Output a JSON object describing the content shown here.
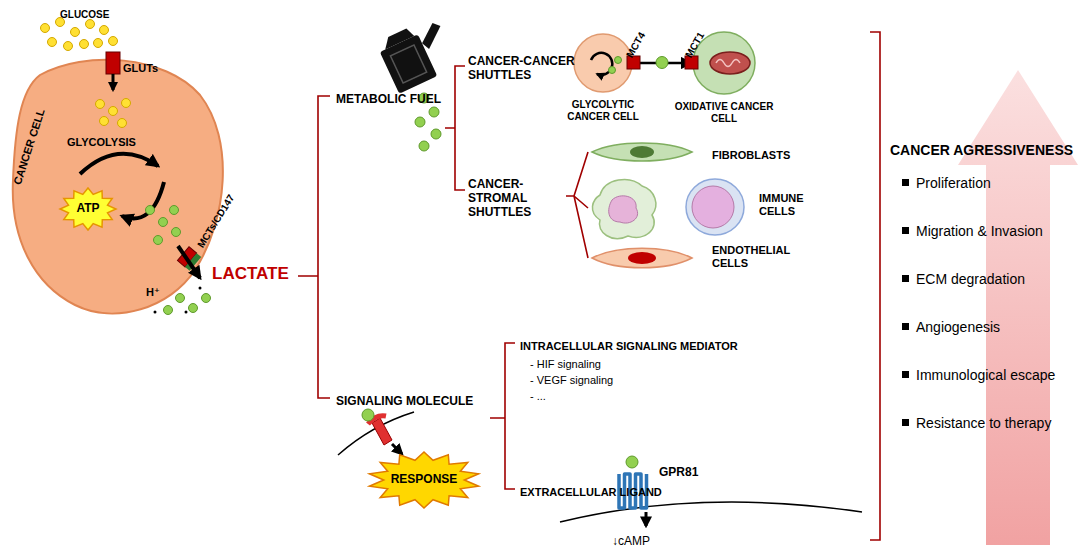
{
  "diagram": {
    "nodes": [
      {
        "text": [
          "CANCER CELL",
          "GLYCOLYSIS"
        ]
      },
      {
        "text": [
          "ATP"
        ],
        "in": 0
      },
      {
        "text": [
          "GLYCOLYTIC CANCER CELL"
        ]
      },
      {
        "text": [
          "OXIDATIVE CANCER CELL"
        ]
      },
      {
        "text": [
          "FIBROBLASTS"
        ]
      },
      {
        "text": [
          "IMMUNE CELLS"
        ]
      },
      {
        "text": [
          "ENDOTHELIAL CELLS"
        ]
      },
      {
        "text": [
          "RESPONSE"
        ]
      },
      {
        "text": [
          "GPR81"
        ]
      }
    ],
    "edges": [
      {
        "from": 2,
        "to": 3,
        "arrow": "to"
      }
    ],
    "labels": [
      "GLUCOSE",
      "GLUTs",
      "MCTs/CD147",
      "H⁺",
      "LACTATE",
      "METABOLIC FUEL",
      "CANCER-CANCER SHUTTLES",
      "CANCER-STROMAL SHUTTLES",
      "MCT4",
      "MCT1",
      "SIGNALING MOLECULE",
      "INTRACELLULAR SIGNALING MEDIATOR",
      "- HIF signaling",
      "- VEGF signaling",
      "- ...",
      "EXTRACELLULAR LIGAND",
      "↓cAMP",
      "CANCER AGRESSIVENESS",
      "Proliferation",
      "Migration & Invasion",
      "ECM degradation",
      "Angiogenesis",
      "Immunological escape",
      "Resistance to therapy"
    ]
  }
}
